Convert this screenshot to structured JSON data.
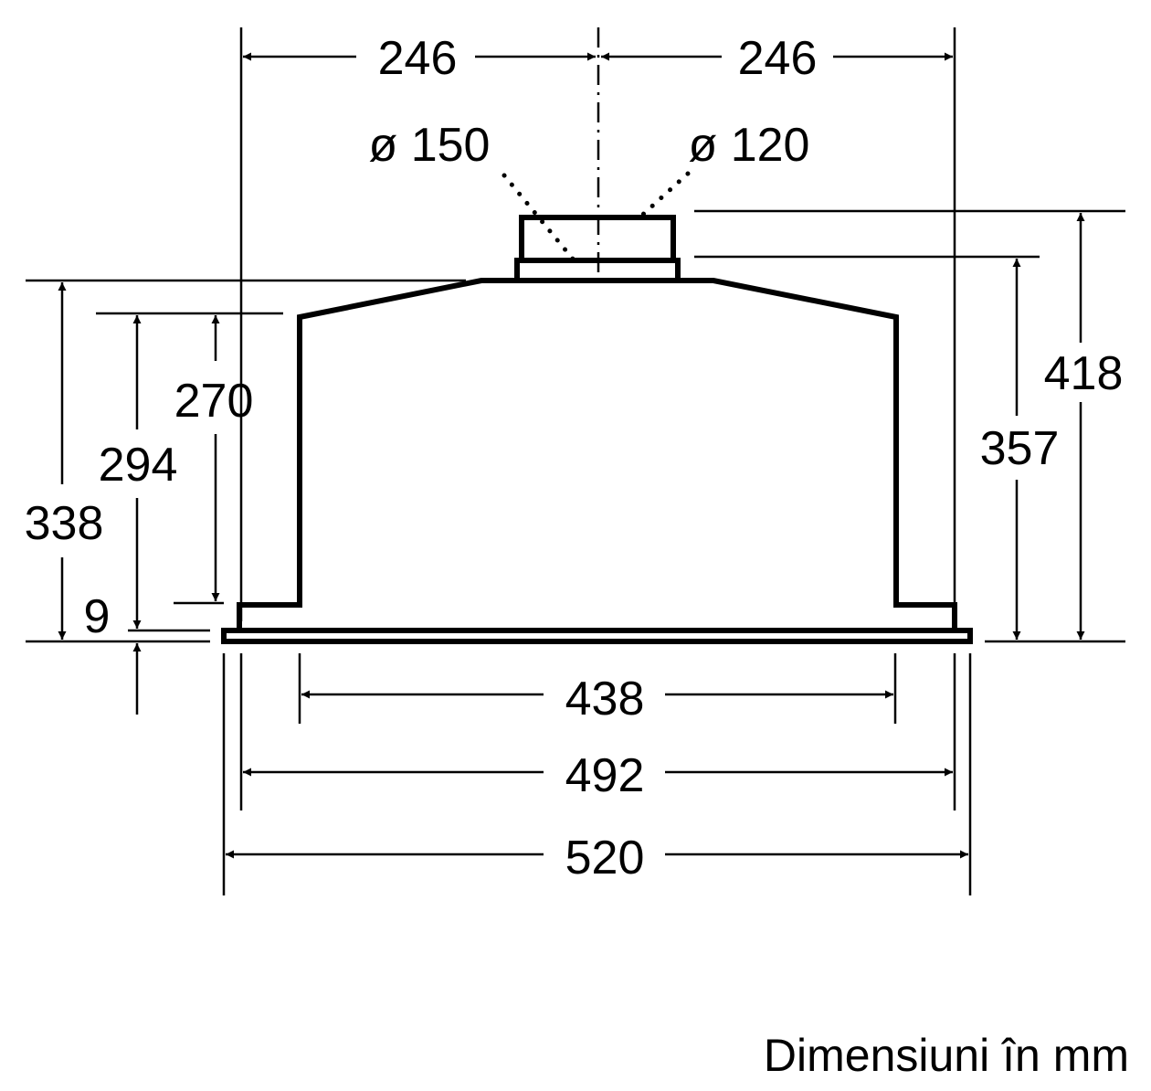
{
  "drawing": {
    "dims": {
      "half_width_left": "246",
      "half_width_right": "246",
      "duct_large": "ø 150",
      "duct_small": "ø 120",
      "height_338": "338",
      "height_294": "294",
      "height_270": "270",
      "height_9": "9",
      "height_357": "357",
      "height_418": "418",
      "width_438": "438",
      "width_492": "492",
      "width_520": "520"
    },
    "caption": "Dimensiuni în mm"
  }
}
